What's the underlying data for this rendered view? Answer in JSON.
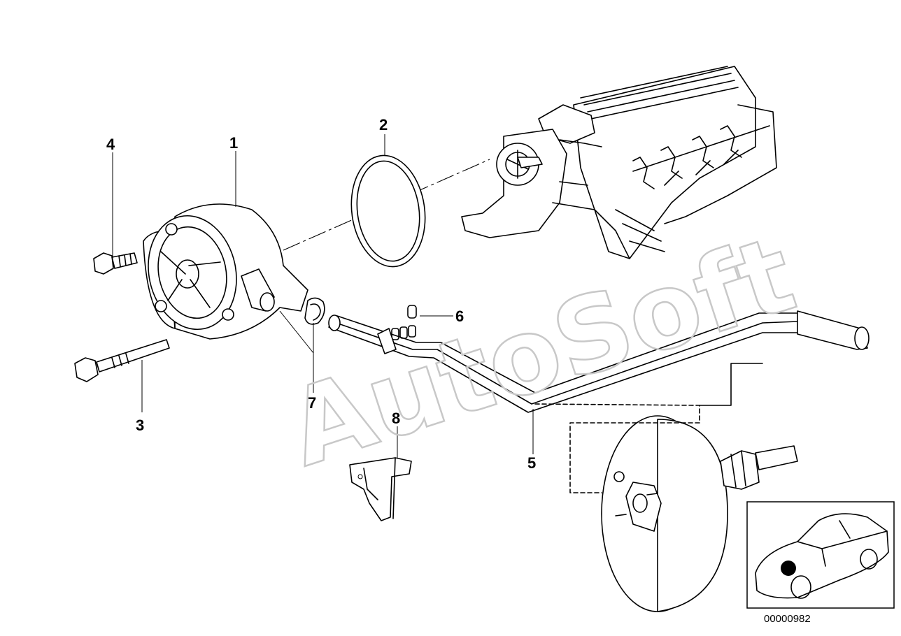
{
  "watermark": "AutoSoft",
  "diagram_code": "00000982",
  "callouts": {
    "c1": "1",
    "c2": "2",
    "c3": "3",
    "c4": "4",
    "c5": "5",
    "c6": "6",
    "c7": "7",
    "c8": "8"
  }
}
